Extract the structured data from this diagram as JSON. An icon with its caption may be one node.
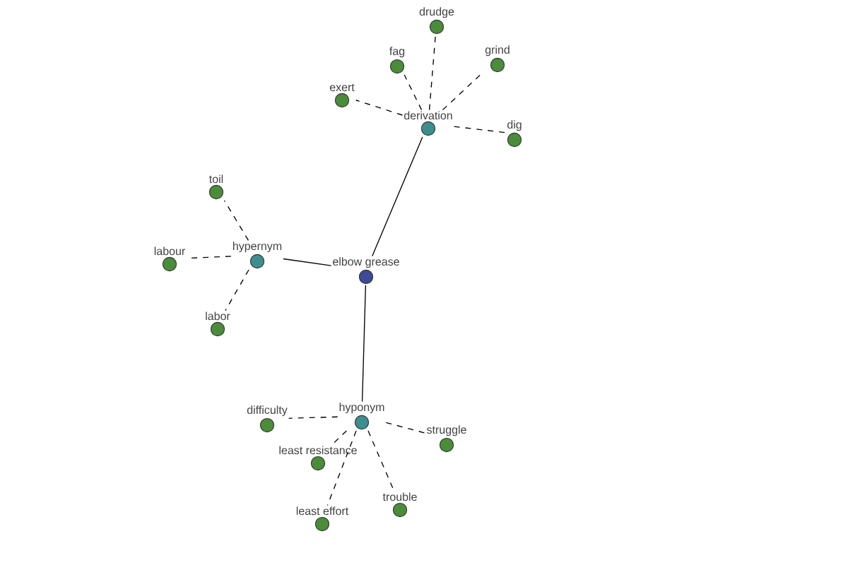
{
  "diagram": {
    "nodes": [
      {
        "text": [
          "elbow grease"
        ]
      },
      {
        "text": [
          "derivation"
        ]
      },
      {
        "text": [
          "hypernym"
        ]
      },
      {
        "text": [
          "hyponym"
        ]
      },
      {
        "text": [
          "exert"
        ]
      },
      {
        "text": [
          "fag"
        ]
      },
      {
        "text": [
          "drudge"
        ]
      },
      {
        "text": [
          "grind"
        ]
      },
      {
        "text": [
          "dig"
        ]
      },
      {
        "text": [
          "toil"
        ]
      },
      {
        "text": [
          "labour"
        ]
      },
      {
        "text": [
          "labor"
        ]
      },
      {
        "text": [
          "difficulty"
        ]
      },
      {
        "text": [
          "least resistance"
        ]
      },
      {
        "text": [
          "least effort"
        ]
      },
      {
        "text": [
          "trouble"
        ]
      },
      {
        "text": [
          "struggle"
        ]
      }
    ],
    "edges": [
      {
        "from": 0,
        "to": 1,
        "arrow": "none"
      },
      {
        "from": 0,
        "to": 2,
        "arrow": "none"
      },
      {
        "from": 0,
        "to": 3,
        "arrow": "none"
      },
      {
        "from": 1,
        "to": 4,
        "arrow": "none",
        "style": "dashed"
      },
      {
        "from": 1,
        "to": 5,
        "arrow": "none",
        "style": "dashed"
      },
      {
        "from": 1,
        "to": 6,
        "arrow": "none",
        "style": "dashed"
      },
      {
        "from": 1,
        "to": 7,
        "arrow": "none",
        "style": "dashed"
      },
      {
        "from": 1,
        "to": 8,
        "arrow": "none",
        "style": "dashed"
      },
      {
        "from": 2,
        "to": 9,
        "arrow": "none",
        "style": "dashed"
      },
      {
        "from": 2,
        "to": 10,
        "arrow": "none",
        "style": "dashed"
      },
      {
        "from": 2,
        "to": 11,
        "arrow": "none",
        "style": "dashed"
      },
      {
        "from": 3,
        "to": 12,
        "arrow": "none",
        "style": "dashed"
      },
      {
        "from": 3,
        "to": 13,
        "arrow": "none",
        "style": "dashed"
      },
      {
        "from": 3,
        "to": 14,
        "arrow": "none",
        "style": "dashed"
      },
      {
        "from": 3,
        "to": 15,
        "arrow": "none",
        "style": "dashed"
      },
      {
        "from": 3,
        "to": 16,
        "arrow": "none",
        "style": "dashed"
      }
    ]
  }
}
